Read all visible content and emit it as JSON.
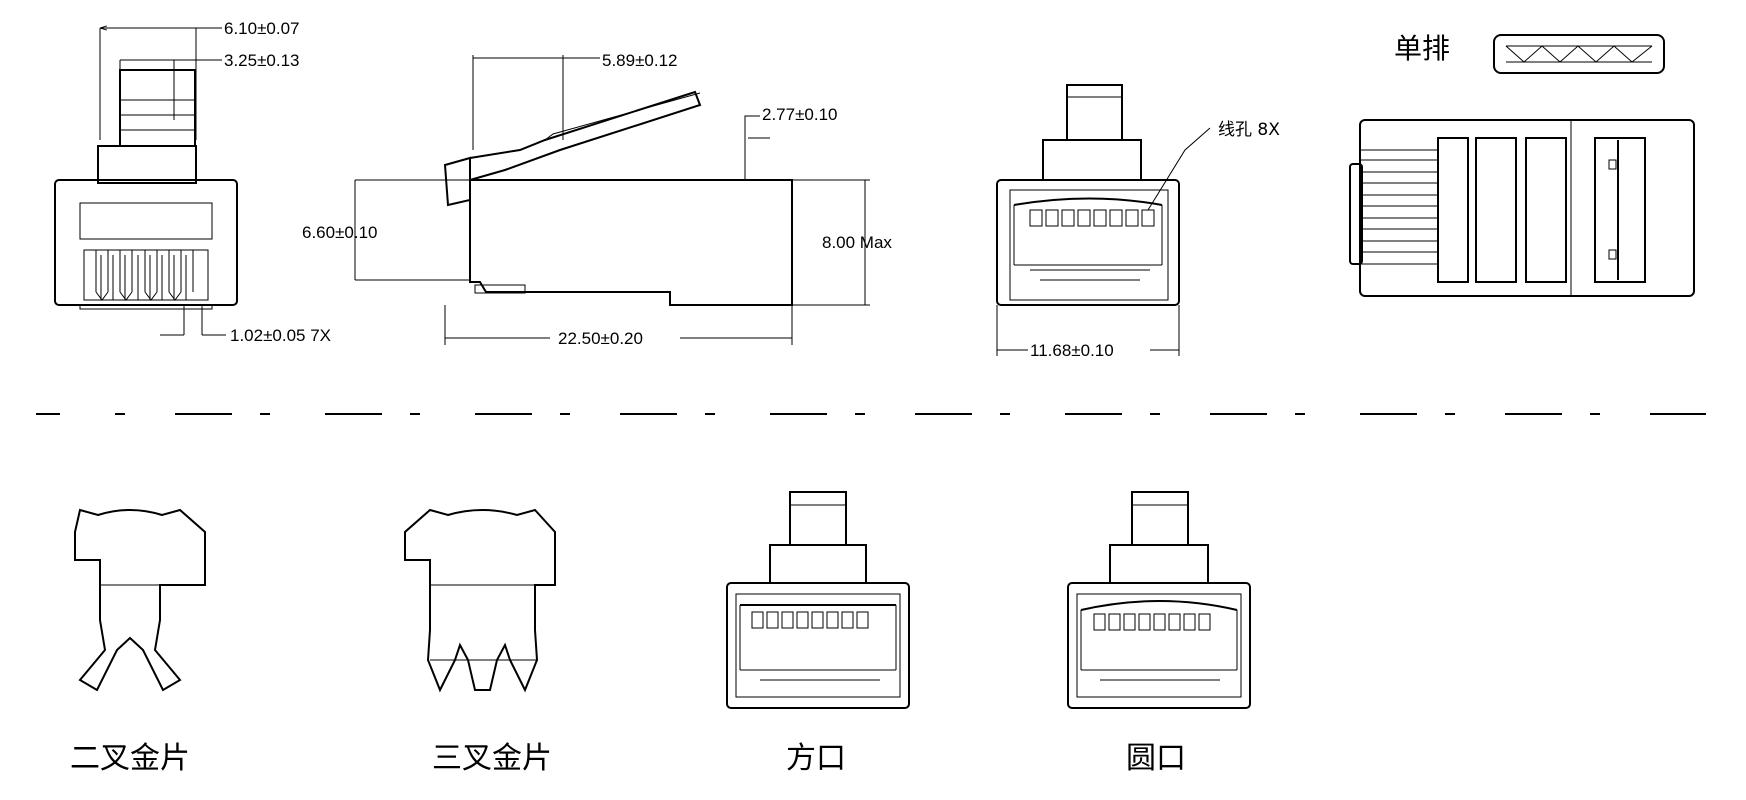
{
  "dimensions": {
    "latch_outer_width": "6.10±0.07",
    "latch_inner_width": "3.25±0.13",
    "contact_pitch": "1.02±0.05 7X",
    "latch_length": "5.89±0.12",
    "latch_height": "2.77±0.10",
    "body_height": "6.60±0.10",
    "max_height": "8.00 Max",
    "total_length": "22.50±0.20",
    "body_width": "11.68±0.10"
  },
  "labels": {
    "wire_holes": "线孔 8X",
    "single_row": "单排",
    "two_prong_contact": "二叉金片",
    "three_prong_contact": "三叉金片",
    "square_opening": "方口",
    "round_opening": "圆口"
  }
}
